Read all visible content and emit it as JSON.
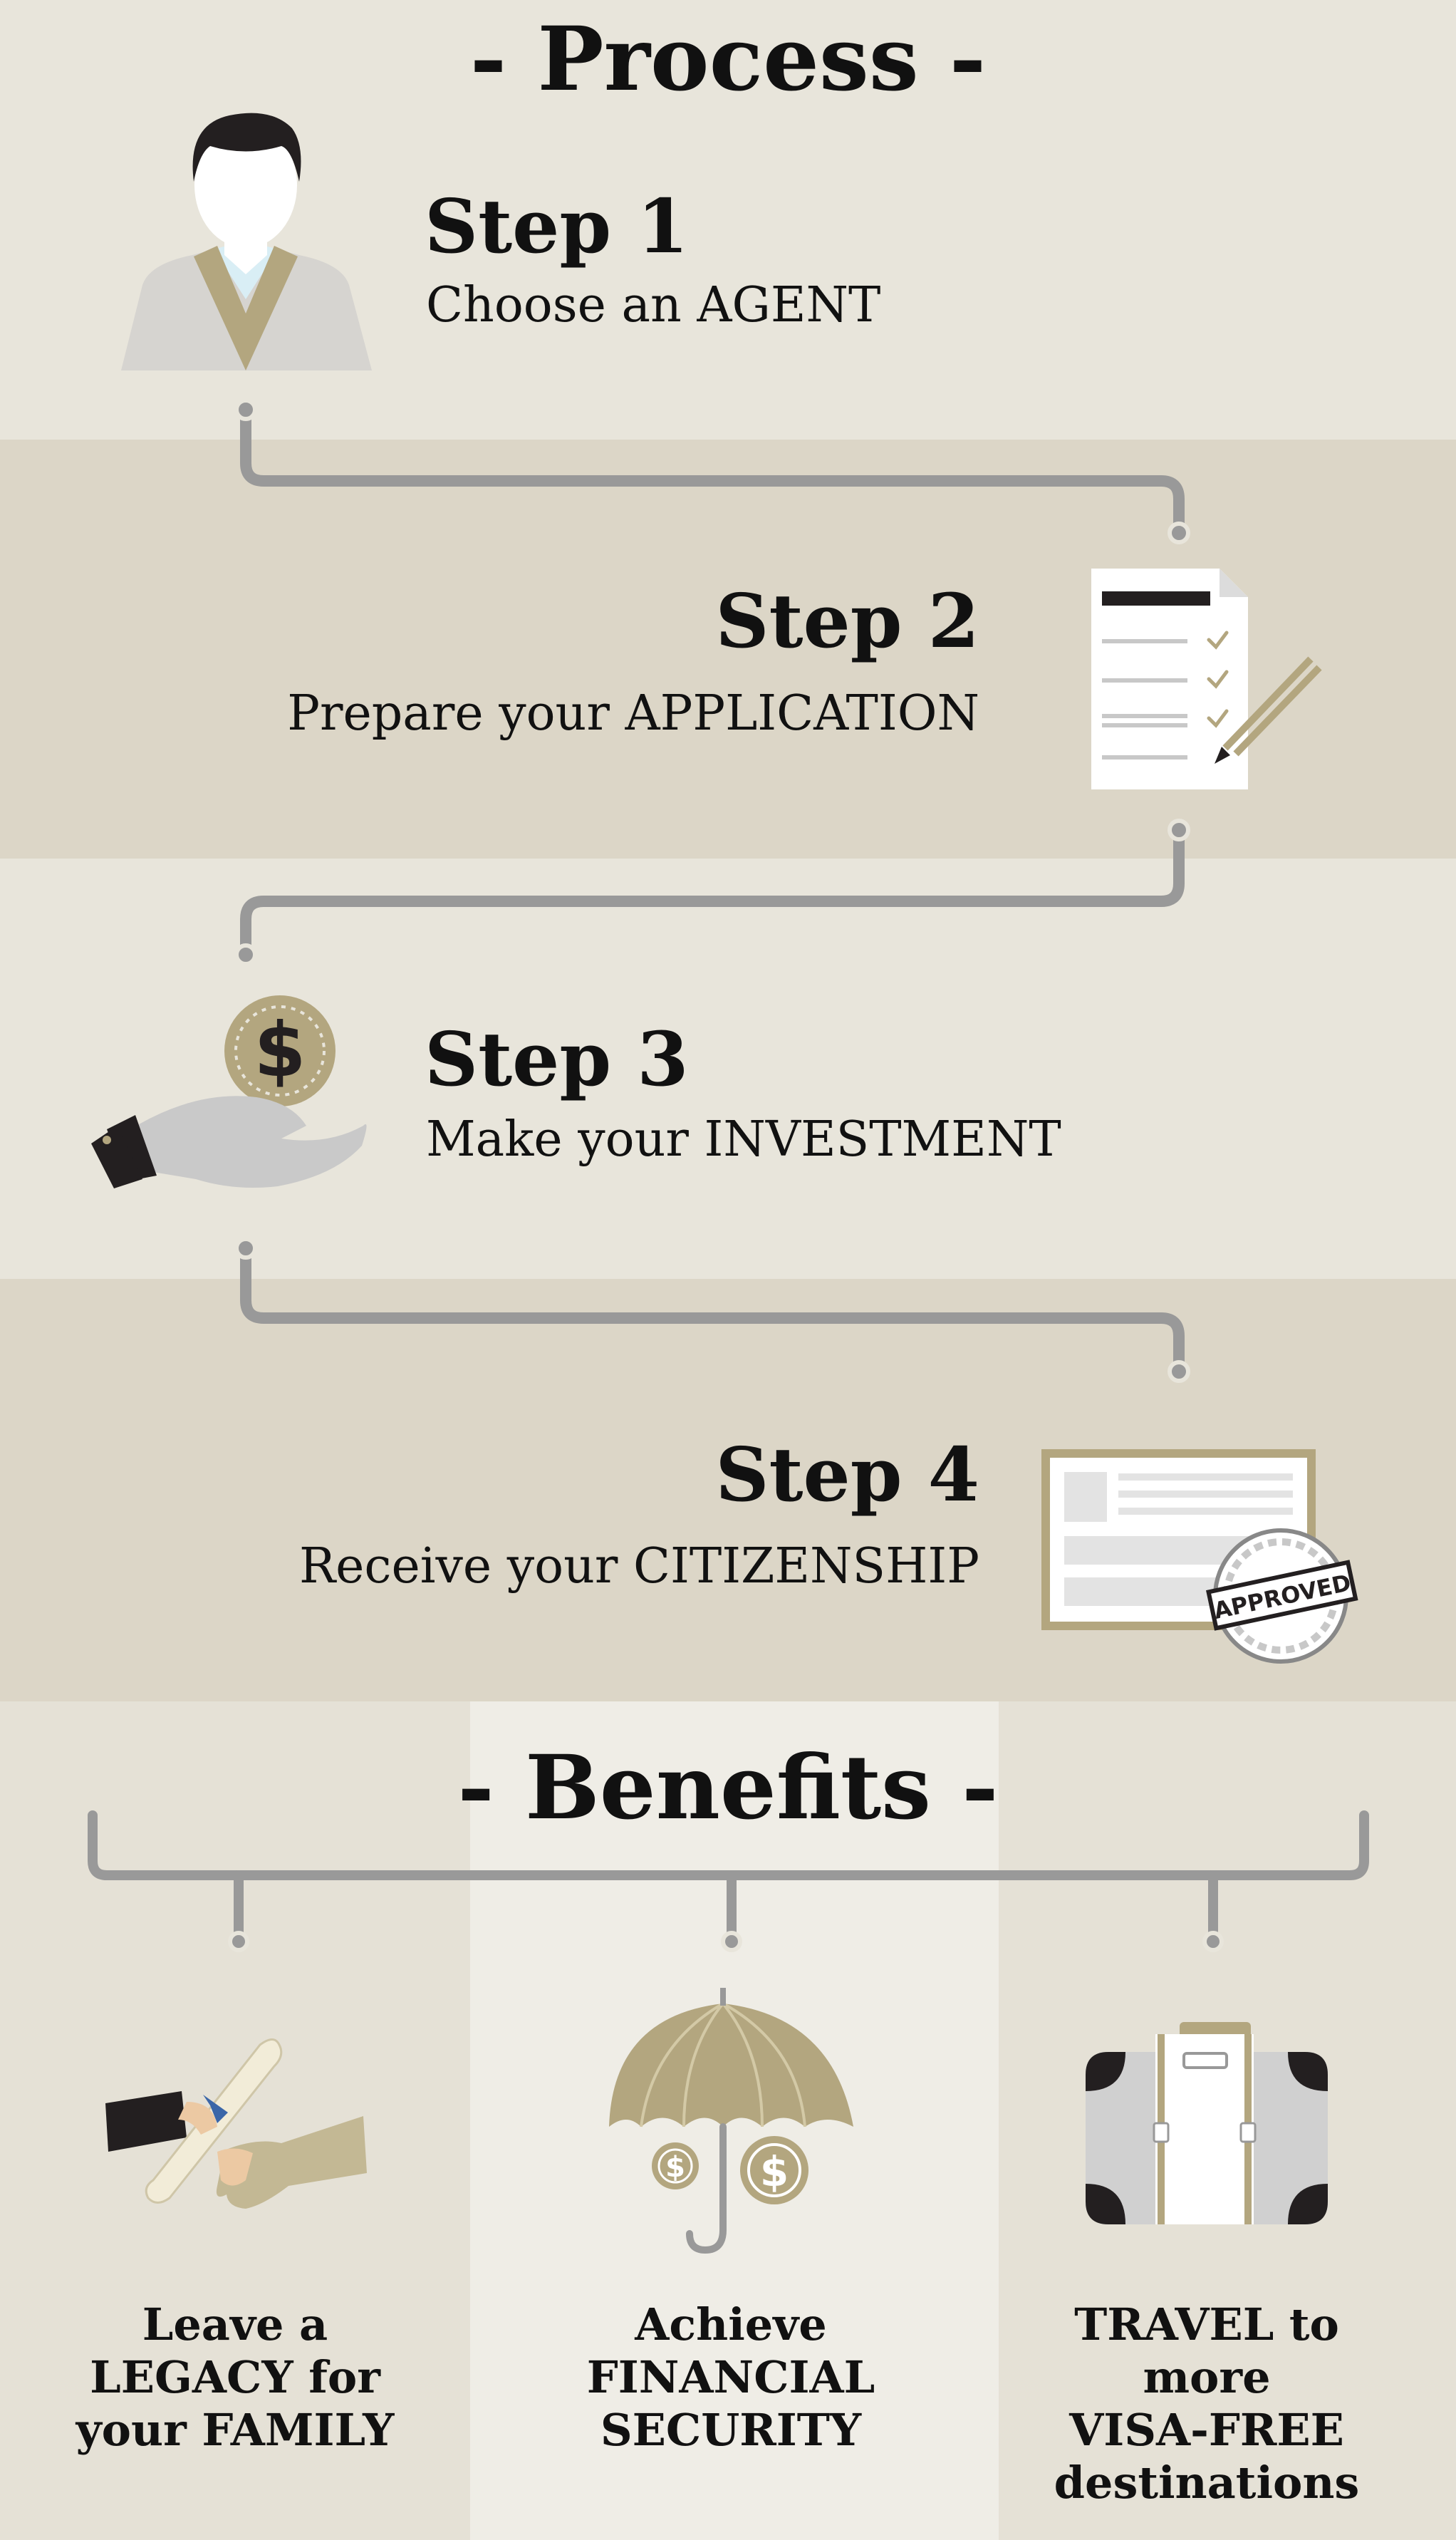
{
  "process": {
    "title": "- Process -",
    "steps": [
      {
        "title": "Step 1",
        "subtitle": "Choose an AGENT",
        "icon": "businessman-icon"
      },
      {
        "title": "Step 2",
        "subtitle": "Prepare your APPLICATION",
        "icon": "checklist-document-icon"
      },
      {
        "title": "Step 3",
        "subtitle": "Make your INVESTMENT",
        "icon": "hand-coin-icon"
      },
      {
        "title": "Step 4",
        "subtitle": "Receive your CITIZENSHIP",
        "icon": "approved-certificate-icon"
      }
    ]
  },
  "benefits": {
    "title": "- Benefits -",
    "items": [
      {
        "line1": "Leave a",
        "line2": "LEGACY for",
        "line3": "your FAMILY",
        "icon": "handover-scroll-icon"
      },
      {
        "line1": "Achieve",
        "line2": "FINANCIAL",
        "line3": "SECURITY",
        "icon": "umbrella-coins-icon"
      },
      {
        "line1": "TRAVEL to more",
        "line2": "VISA-FREE",
        "line3": "destinations",
        "icon": "suitcase-icon"
      }
    ]
  },
  "stamp": {
    "label": "APPROVED"
  },
  "colors": {
    "light_band": "#e8e5db",
    "dark_band": "#dcd6c7",
    "accent_gold": "#b3a67f",
    "connector_gray": "#999999"
  }
}
